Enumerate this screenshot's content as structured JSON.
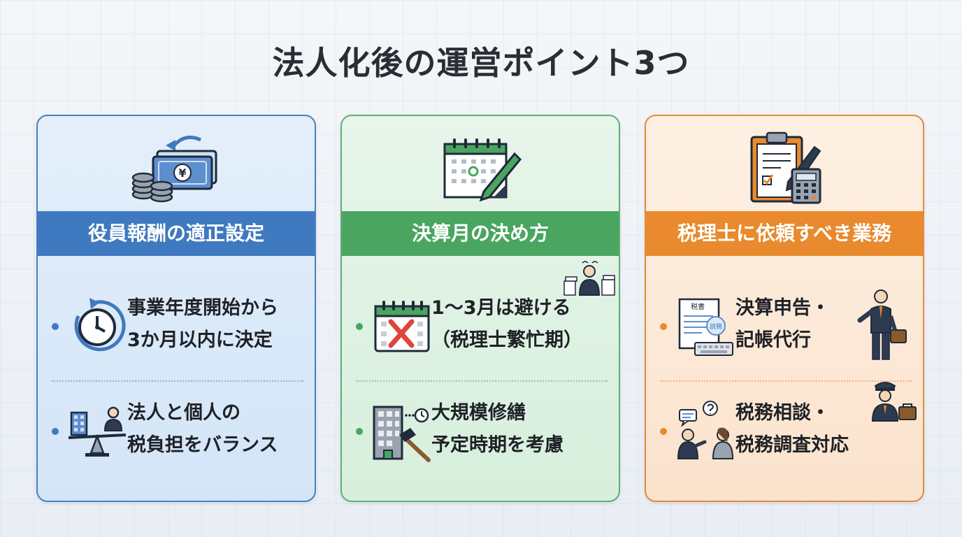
{
  "title": "法人化後の運営ポイント3つ",
  "cards": [
    {
      "heading": "役員報酬の適正設定",
      "icon": "money-exchange-icon",
      "items": [
        {
          "icon": "clock-icon",
          "lines": [
            "事業年度開始から",
            "3か月以内に決定"
          ]
        },
        {
          "icon": "balance-scale-icon",
          "lines": [
            "法人と個人の",
            "税負担をバランス"
          ]
        }
      ]
    },
    {
      "heading": "決算月の決め方",
      "icon": "calendar-pen-icon",
      "items": [
        {
          "icon": "calendar-x-icon",
          "lines": [
            "1～3月は避ける",
            "（税理士繁忙期）"
          ]
        },
        {
          "icon": "building-repair-icon",
          "lines": [
            "大規模修繕",
            "予定時期を考慮"
          ]
        }
      ]
    },
    {
      "heading": "税理士に依頼すべき業務",
      "icon": "clipboard-calculator-icon",
      "items": [
        {
          "icon": "tax-document-icon",
          "lines": [
            "決算申告・",
            "記帳代行"
          ]
        },
        {
          "icon": "consultation-icon",
          "lines": [
            "税務相談・",
            "税務調査対応"
          ]
        }
      ]
    }
  ],
  "icon_labels": {
    "currency_symbol": "¥",
    "tax_doc_header": "税書",
    "tax_doc_stamp": "説務"
  },
  "colors": {
    "blue": "#3f79bf",
    "green": "#4aa560",
    "orange": "#e88a2d",
    "title": "#2a2d33"
  }
}
